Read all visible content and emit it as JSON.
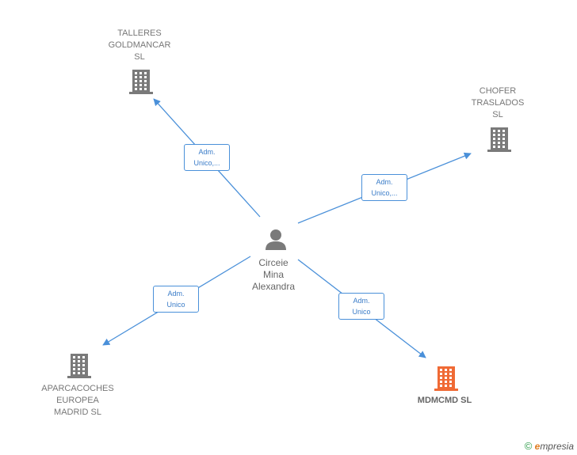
{
  "colors": {
    "edge": "#4a90d9",
    "company": "#7a7a7a",
    "company_highlight": "#f06a35",
    "person": "#7a7a7a"
  },
  "person": {
    "label_lines": [
      "Circeie",
      "Mina",
      "Alexandra"
    ],
    "icon": "person-icon"
  },
  "companies": [
    {
      "id": "talleres",
      "label_lines": [
        "TALLERES",
        "GOLDMANCAR",
        "SL"
      ],
      "icon": "building-icon",
      "highlight": false
    },
    {
      "id": "chofer",
      "label_lines": [
        "CHOFER",
        "TRASLADOS",
        "SL"
      ],
      "icon": "building-icon",
      "highlight": false
    },
    {
      "id": "aparcacoches",
      "label_lines": [
        "APARCACOCHES",
        "EUROPEA",
        "MADRID  SL"
      ],
      "icon": "building-icon",
      "highlight": false
    },
    {
      "id": "mdmcmd",
      "label_lines": [
        "MDMCMD  SL"
      ],
      "icon": "building-icon",
      "highlight": true
    }
  ],
  "edges": [
    {
      "to": "talleres",
      "label_lines": [
        "Adm.",
        "Unico,..."
      ]
    },
    {
      "to": "chofer",
      "label_lines": [
        "Adm.",
        "Unico,..."
      ]
    },
    {
      "to": "aparcacoches",
      "label_lines": [
        "Adm.",
        "Unico"
      ]
    },
    {
      "to": "mdmcmd",
      "label_lines": [
        "Adm.",
        "Unico"
      ]
    }
  ],
  "footer": {
    "copyright_symbol": "©",
    "brand_initial": "e",
    "brand_rest": "mpresia"
  }
}
